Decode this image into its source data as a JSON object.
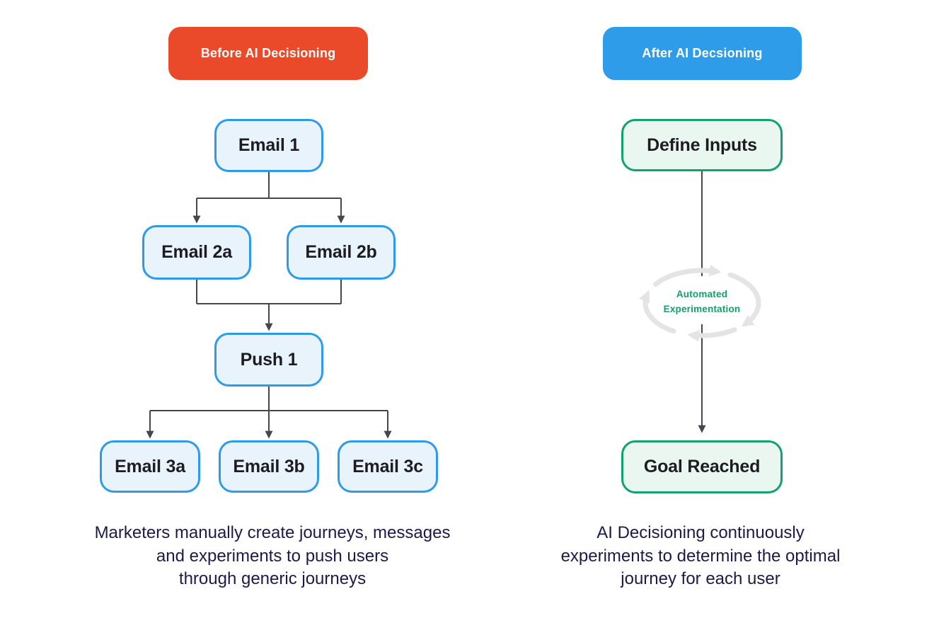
{
  "palette": {
    "before_badge": "#EA4A29",
    "after_badge": "#2F9CEA",
    "journey_node_border": "#2E9BE8",
    "journey_node_fill": "#E9F3FC",
    "ai_node_border": "#12A26D",
    "ai_node_fill": "#EAF6F0",
    "connector": "#46464C",
    "cycle_arrows": "#E4E4E4",
    "cycle_label": "#139E6C",
    "caption_text": "#1B1A4A"
  },
  "before": {
    "badge": "Before AI Decisioning",
    "nodes": {
      "email1": "Email 1",
      "email2a": "Email 2a",
      "email2b": "Email 2b",
      "push1": "Push 1",
      "email3a": "Email 3a",
      "email3b": "Email 3b",
      "email3c": "Email 3c"
    },
    "caption": [
      "Marketers manually create journeys, messages",
      "and experiments to push users",
      "through generic journeys"
    ]
  },
  "after": {
    "badge": "After AI Decsioning",
    "nodes": {
      "define_inputs": "Define Inputs",
      "goal_reached": "Goal Reached"
    },
    "cycle_label": [
      "Automated",
      "Experimentation"
    ],
    "caption": [
      "AI Decisioning continuously",
      "experiments to determine the optimal",
      "journey for each user"
    ]
  }
}
